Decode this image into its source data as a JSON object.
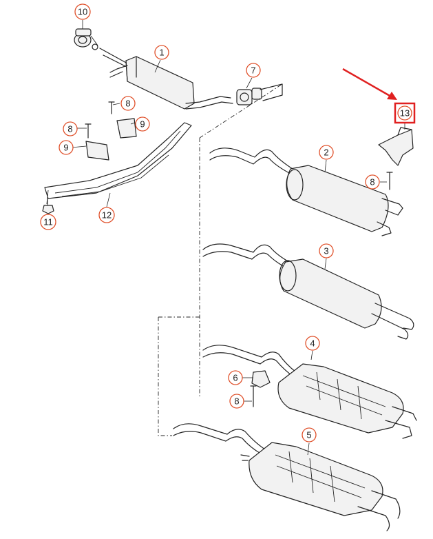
{
  "callouts": {
    "c1": "1",
    "c2": "2",
    "c3": "3",
    "c4": "4",
    "c5": "5",
    "c6": "6",
    "c7": "7",
    "c8a": "8",
    "c8b": "8",
    "c8c": "8",
    "c8d": "8",
    "c9a": "9",
    "c9b": "9",
    "c10": "10",
    "c11": "11",
    "c12": "12",
    "c13": "13"
  },
  "colors": {
    "callout_ring": "#e0502a",
    "highlight": "#e02020",
    "line": "#222222"
  },
  "highlight": {
    "target": "13",
    "indicator": "red-arrow"
  }
}
